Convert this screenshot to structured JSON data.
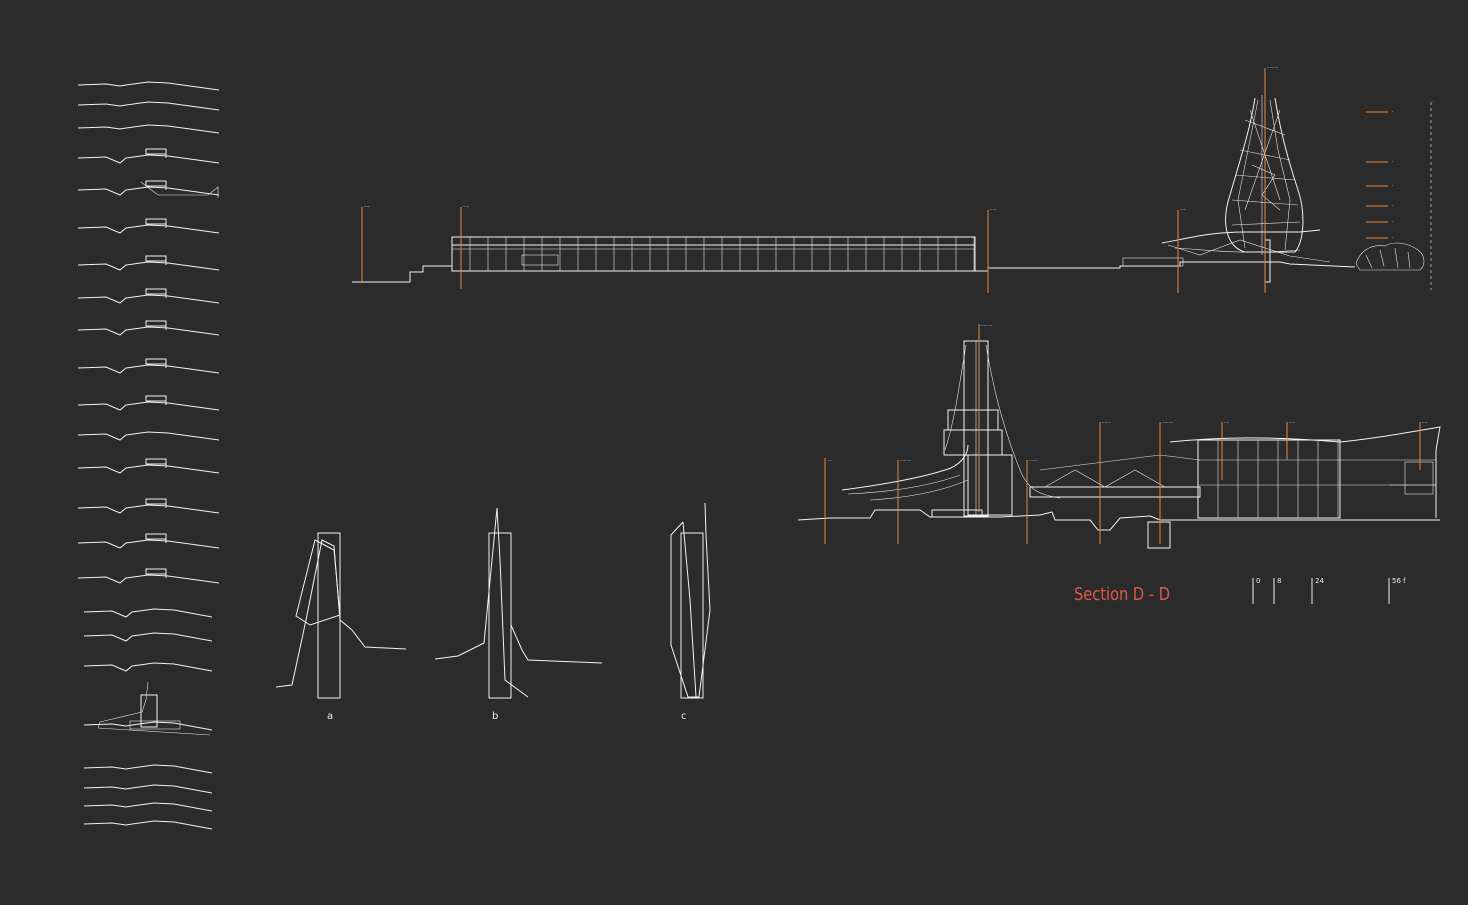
{
  "section_title": "Section D - D",
  "detail_labels": [
    "a",
    "b",
    "c"
  ],
  "scale_bar": [
    "0",
    "8",
    "24",
    "56 f"
  ],
  "colors": {
    "background": "#2b2b2b",
    "linework": "#f2f2f2",
    "leader": "#e08a3c",
    "title": "#e0584a"
  }
}
